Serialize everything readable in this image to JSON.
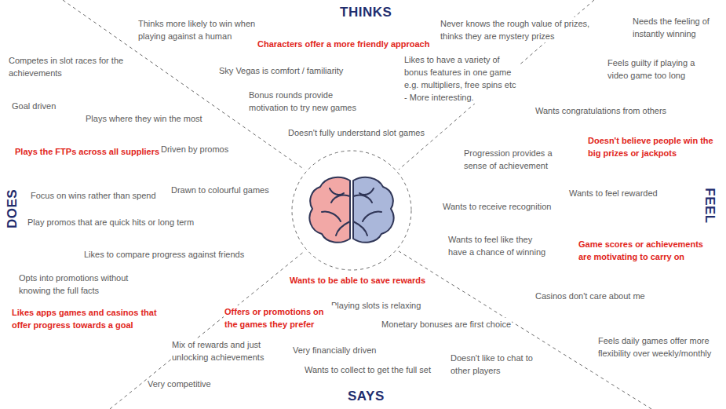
{
  "diagram": {
    "labels": [
      "THINKS",
      "FEEL",
      "SAYS",
      "DOES",
      "Thinks more likely to win when playing against a human",
      "Characters offer a more friendly approach",
      "Never knows the rough value of prizes, thinks they are mystery prizes",
      "Needs the feeling of instantly winning",
      "Competes in slot races for the achievements",
      "Sky Vegas is comfort / familiarity",
      "Likes to have a variety of bonus features in one game e.g. multipliers, free spins etc - More interesting.",
      "Feels guilty if playing a video game too long",
      "Bonus rounds provide motivation to try new games",
      "Goal driven",
      "Plays where they win the most",
      "Wants congratulations from others",
      "Doesn't fully understand slot games",
      "Doesn't believe people win the big prizes or jackpots",
      "Driven by promos",
      "Plays the FTPs across all suppliers",
      "Progression provides a sense of achievement",
      "Focus on wins rather than spend",
      "Drawn to colourful games",
      "Wants to feel rewarded",
      "Wants to receive recognition",
      "Play promos that are quick hits or long term",
      "Wants to feel like they have a chance of winning",
      "Game scores or achievements are motivating to carry on",
      "Likes to compare progress against friends",
      "Wants to be able to save rewards",
      "Opts into promotions without knowing the full facts",
      "Casinos don't care about me",
      "Playing slots is relaxing",
      "Likes apps games and casinos that offer progress towards a goal",
      "Offers or promotions on the games they prefer",
      "Monetary bonuses are first choice",
      "Feels daily games offer more flexibility over weekly/monthly",
      "Mix of rewards and just unlocking achievements",
      "Very financially driven",
      "Doesn't like to chat to other players",
      "Wants to collect to get the full set",
      "Very competitive"
    ]
  }
}
